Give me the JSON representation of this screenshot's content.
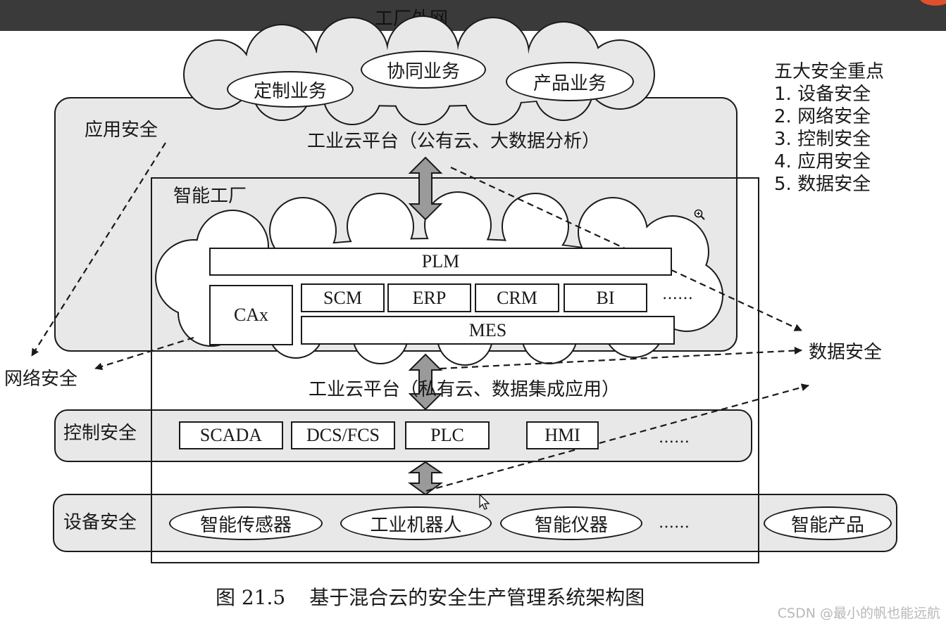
{
  "outer_network": {
    "title": "工厂外网"
  },
  "public_cloud": {
    "services": [
      "定制业务",
      "协同业务",
      "产品业务"
    ]
  },
  "key_points": {
    "title": "五大安全重点",
    "items": [
      "1. 设备安全",
      "2. 网络安全",
      "3. 控制安全",
      "4. 应用安全",
      "5. 数据安全"
    ]
  },
  "application_layer": {
    "label": "应用安全",
    "platform": "工业云平台（公有云、大数据分析）"
  },
  "smart_factory": {
    "label": "智能工厂",
    "systems": {
      "plm": "PLM",
      "cax": "CAx",
      "row": [
        "SCM",
        "ERP",
        "CRM",
        "BI"
      ],
      "ellipsis": "……",
      "mes": "MES"
    }
  },
  "network_security": {
    "label": "网络安全"
  },
  "data_security": {
    "label": "数据安全"
  },
  "private_platform": {
    "label": "工业云平台（私有云、数据集成应用）"
  },
  "control_layer": {
    "label": "控制安全",
    "items": [
      "SCADA",
      "DCS/FCS",
      "PLC",
      "HMI"
    ],
    "ellipsis": "……"
  },
  "device_layer": {
    "label": "设备安全",
    "items": [
      "智能传感器",
      "工业机器人",
      "智能仪器",
      "智能产品"
    ],
    "ellipsis": "……"
  },
  "caption": {
    "number": "图 21.5",
    "title": "基于混合云的安全生产管理系统架构图"
  },
  "watermark": "CSDN @最小的帆也能远航",
  "colors": {
    "panel_fill": "#e8e8e8",
    "arrow_fill": "#9a9a9a",
    "topbar": "#3a3a3a",
    "stroke": "#1a1a1a"
  },
  "icons": {
    "zoom": "zoom-in-icon",
    "cursor": "mouse-pointer-icon"
  }
}
